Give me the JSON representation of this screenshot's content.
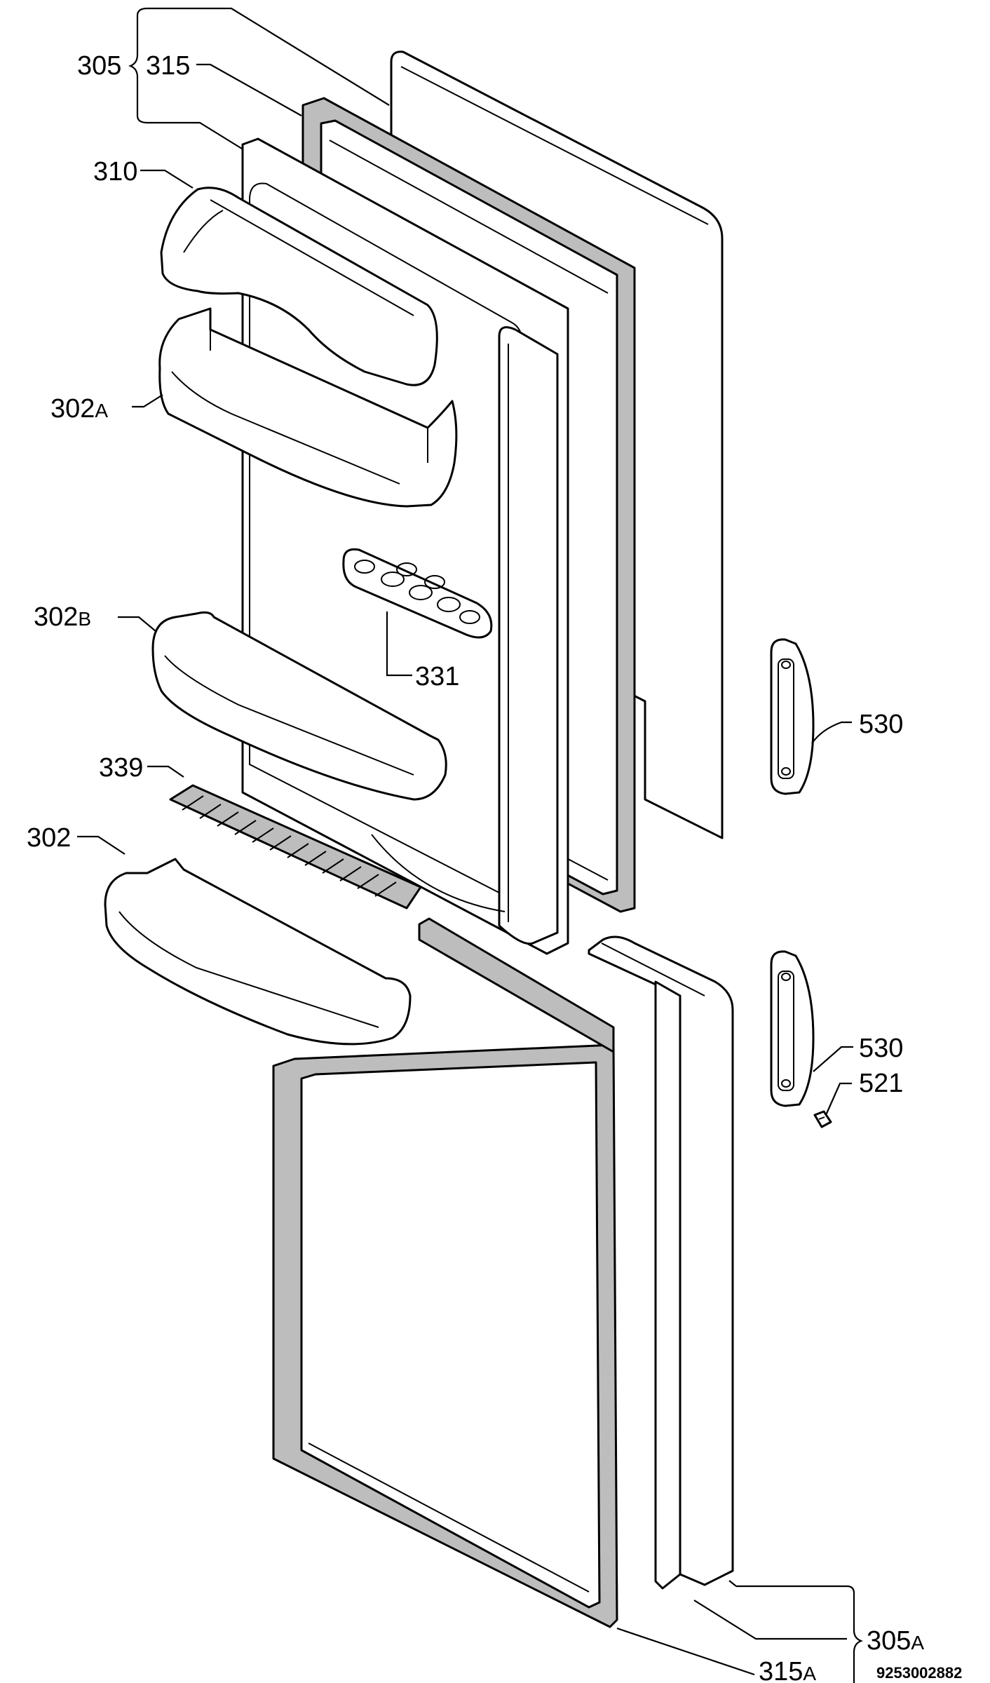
{
  "labels": {
    "l305": "305",
    "l315": "315",
    "l310": "310",
    "l302A": "302",
    "l302A_sub": "A",
    "l302B": "302",
    "l302B_sub": "B",
    "l331": "331",
    "l530_top": "530",
    "l339": "339",
    "l302": "302",
    "l530_bottom": "530",
    "l521": "521",
    "l305A": "305",
    "l305A_sub": "A",
    "l315A": "315",
    "l315A_sub": "A"
  },
  "drawing_code": "9253002882",
  "colors": {
    "line": "#000000",
    "gasket": "#bdbdbd",
    "background": "#ffffff"
  }
}
